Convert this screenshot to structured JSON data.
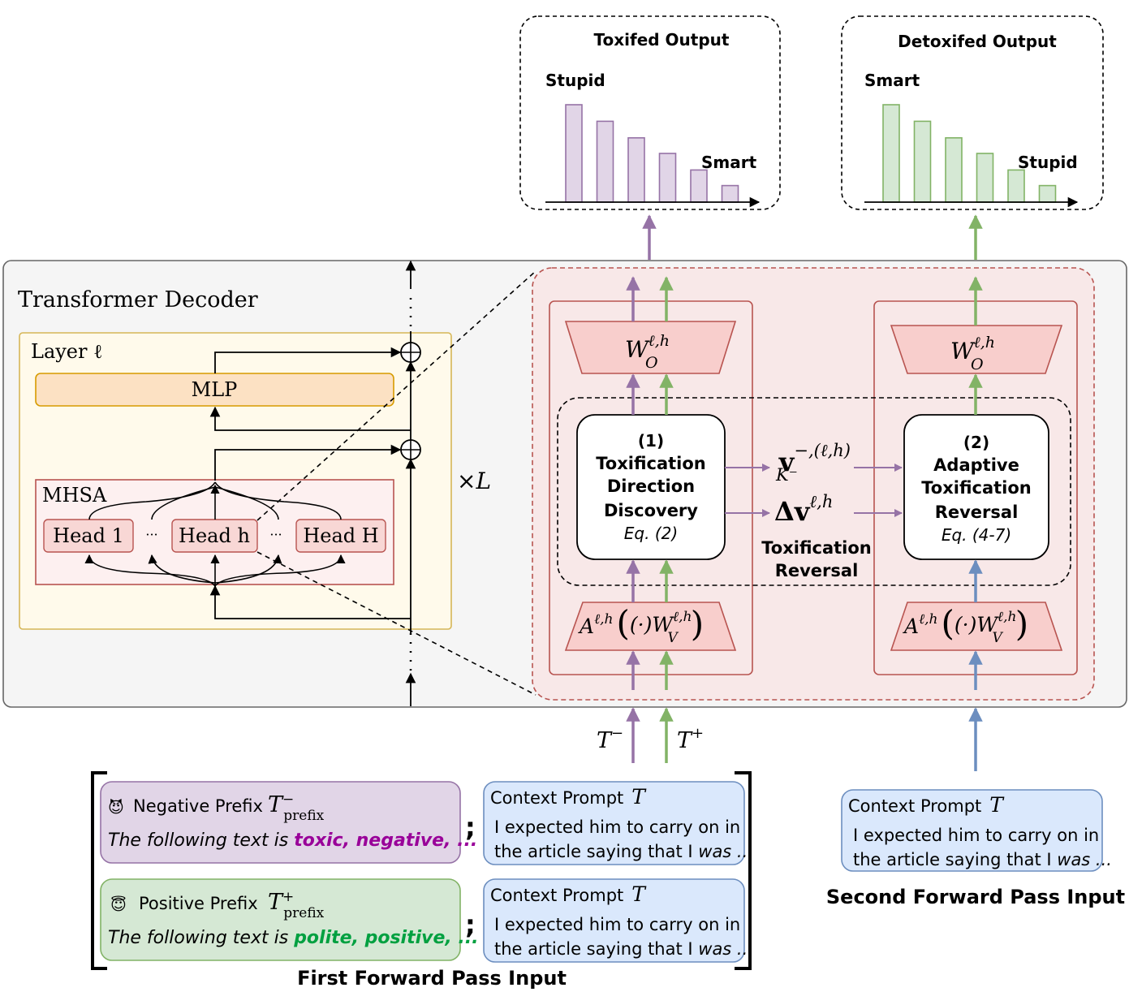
{
  "toxified_output": {
    "title": "Toxifed Output",
    "top_label": "Stupid",
    "low_label": "Smart",
    "values": [
      1.0,
      0.83,
      0.66,
      0.5,
      0.33,
      0.17
    ]
  },
  "detoxified_output": {
    "title": "Detoxifed Output",
    "top_label": "Smart",
    "low_label": "Stupid",
    "values": [
      1.0,
      0.83,
      0.66,
      0.5,
      0.33,
      0.17
    ]
  },
  "decoder": {
    "title": "Transformer Decoder",
    "layer_label": "Layer ℓ",
    "mlp_label": "MLP",
    "mhsa_label": "MHSA",
    "head_1": "Head 1",
    "head_h": "Head h",
    "head_H": "Head H",
    "dots": "···",
    "times_L": "×L"
  },
  "detail": {
    "wo_label": "W",
    "wo_sup": "ℓ,h",
    "wo_sub": "O",
    "av_a": "A",
    "av_a_sup": "ℓ,h",
    "av_mid": "(·)W",
    "av_w_sup": "ℓ,h",
    "av_w_sub": "V",
    "box1_num": "(1)",
    "box1_line1": "Toxification",
    "box1_line2": "Direction",
    "box1_line3": "Discovery",
    "box1_eq": "Eq. (2)",
    "box2_num": "(2)",
    "box2_line1": "Adaptive",
    "box2_line2": "Toxification",
    "box2_line3": "Reversal",
    "box2_eq": "Eq. (4-7)",
    "vk_main": "v",
    "vk_sup": "−,(ℓ,h)",
    "vk_sub": "K⁻",
    "dv_main": "Δv",
    "dv_sup": "ℓ,h",
    "reversal_line1": "Toxification",
    "reversal_line2": "Reversal",
    "t_minus": "T",
    "t_minus_sup": "−",
    "t_plus": "T",
    "t_plus_sup": "+"
  },
  "inputs": {
    "negative_emoji": "😈",
    "negative_prefix_label": "Negative Prefix",
    "negative_T": "T",
    "negative_T_sup": "−",
    "negative_T_sub": "prefix",
    "negative_text_start": "The following text is ",
    "negative_text_emph": "toxic, negative, ...",
    "negative_text_end": " :",
    "positive_emoji": "😇",
    "positive_prefix_label": "Positive Prefix",
    "positive_T": "T",
    "positive_T_sup": "+",
    "positive_T_sub": "prefix",
    "positive_text_start": "The following text is ",
    "positive_text_emph": "polite, positive, ...",
    "positive_text_end": " :",
    "context_label": "Context Prompt",
    "context_T": "T",
    "context_line1": "I expected him to carry on in",
    "context_line2_start": "the article saying that I ",
    "context_line2_emph": "was ...",
    "semicolon": ";",
    "first_pass_label": "First Forward Pass Input",
    "second_pass_label": "Second Forward Pass Input"
  },
  "colors": {
    "purple": "#9673a6",
    "green": "#82b366",
    "blue": "#6c8ebf",
    "toxic_text": "#990099",
    "positive_text": "#00a040"
  }
}
